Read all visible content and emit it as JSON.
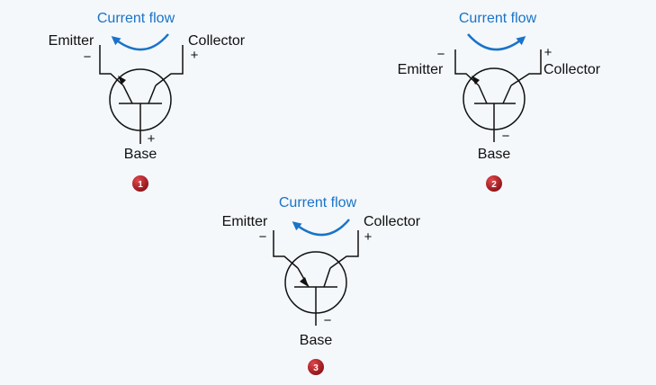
{
  "colors": {
    "background": "#f4f8fb",
    "flow_blue": "#1a73c8",
    "badge_red": "#b31f24",
    "line": "#111111"
  },
  "icons": {
    "badge": "numbered-red-circle-icon",
    "flow_arrow": "curved-arrow-icon",
    "emitter_arrow": "emitter-arrow-icon"
  },
  "diagrams": [
    {
      "id": "1",
      "current_flow_label": "Current flow",
      "flow_direction": "right-to-left",
      "emitter_label": "Emitter",
      "collector_label": "Collector",
      "base_label": "Base",
      "emitter_sign": "−",
      "collector_sign": "+",
      "base_sign": "+",
      "emitter_arrow_direction": "outward",
      "badge": "1"
    },
    {
      "id": "2",
      "current_flow_label": "Current flow",
      "flow_direction": "left-to-right",
      "emitter_label": "Emitter",
      "collector_label": "Collector",
      "base_label": "Base",
      "emitter_sign": "−",
      "collector_sign": "+",
      "base_sign": "−",
      "emitter_arrow_direction": "outward",
      "badge": "2"
    },
    {
      "id": "3",
      "current_flow_label": "Current flow",
      "flow_direction": "right-to-left",
      "emitter_label": "Emitter",
      "collector_label": "Collector",
      "base_label": "Base",
      "emitter_sign": "−",
      "collector_sign": "+",
      "base_sign": "−",
      "emitter_arrow_direction": "inward",
      "badge": "3"
    }
  ]
}
